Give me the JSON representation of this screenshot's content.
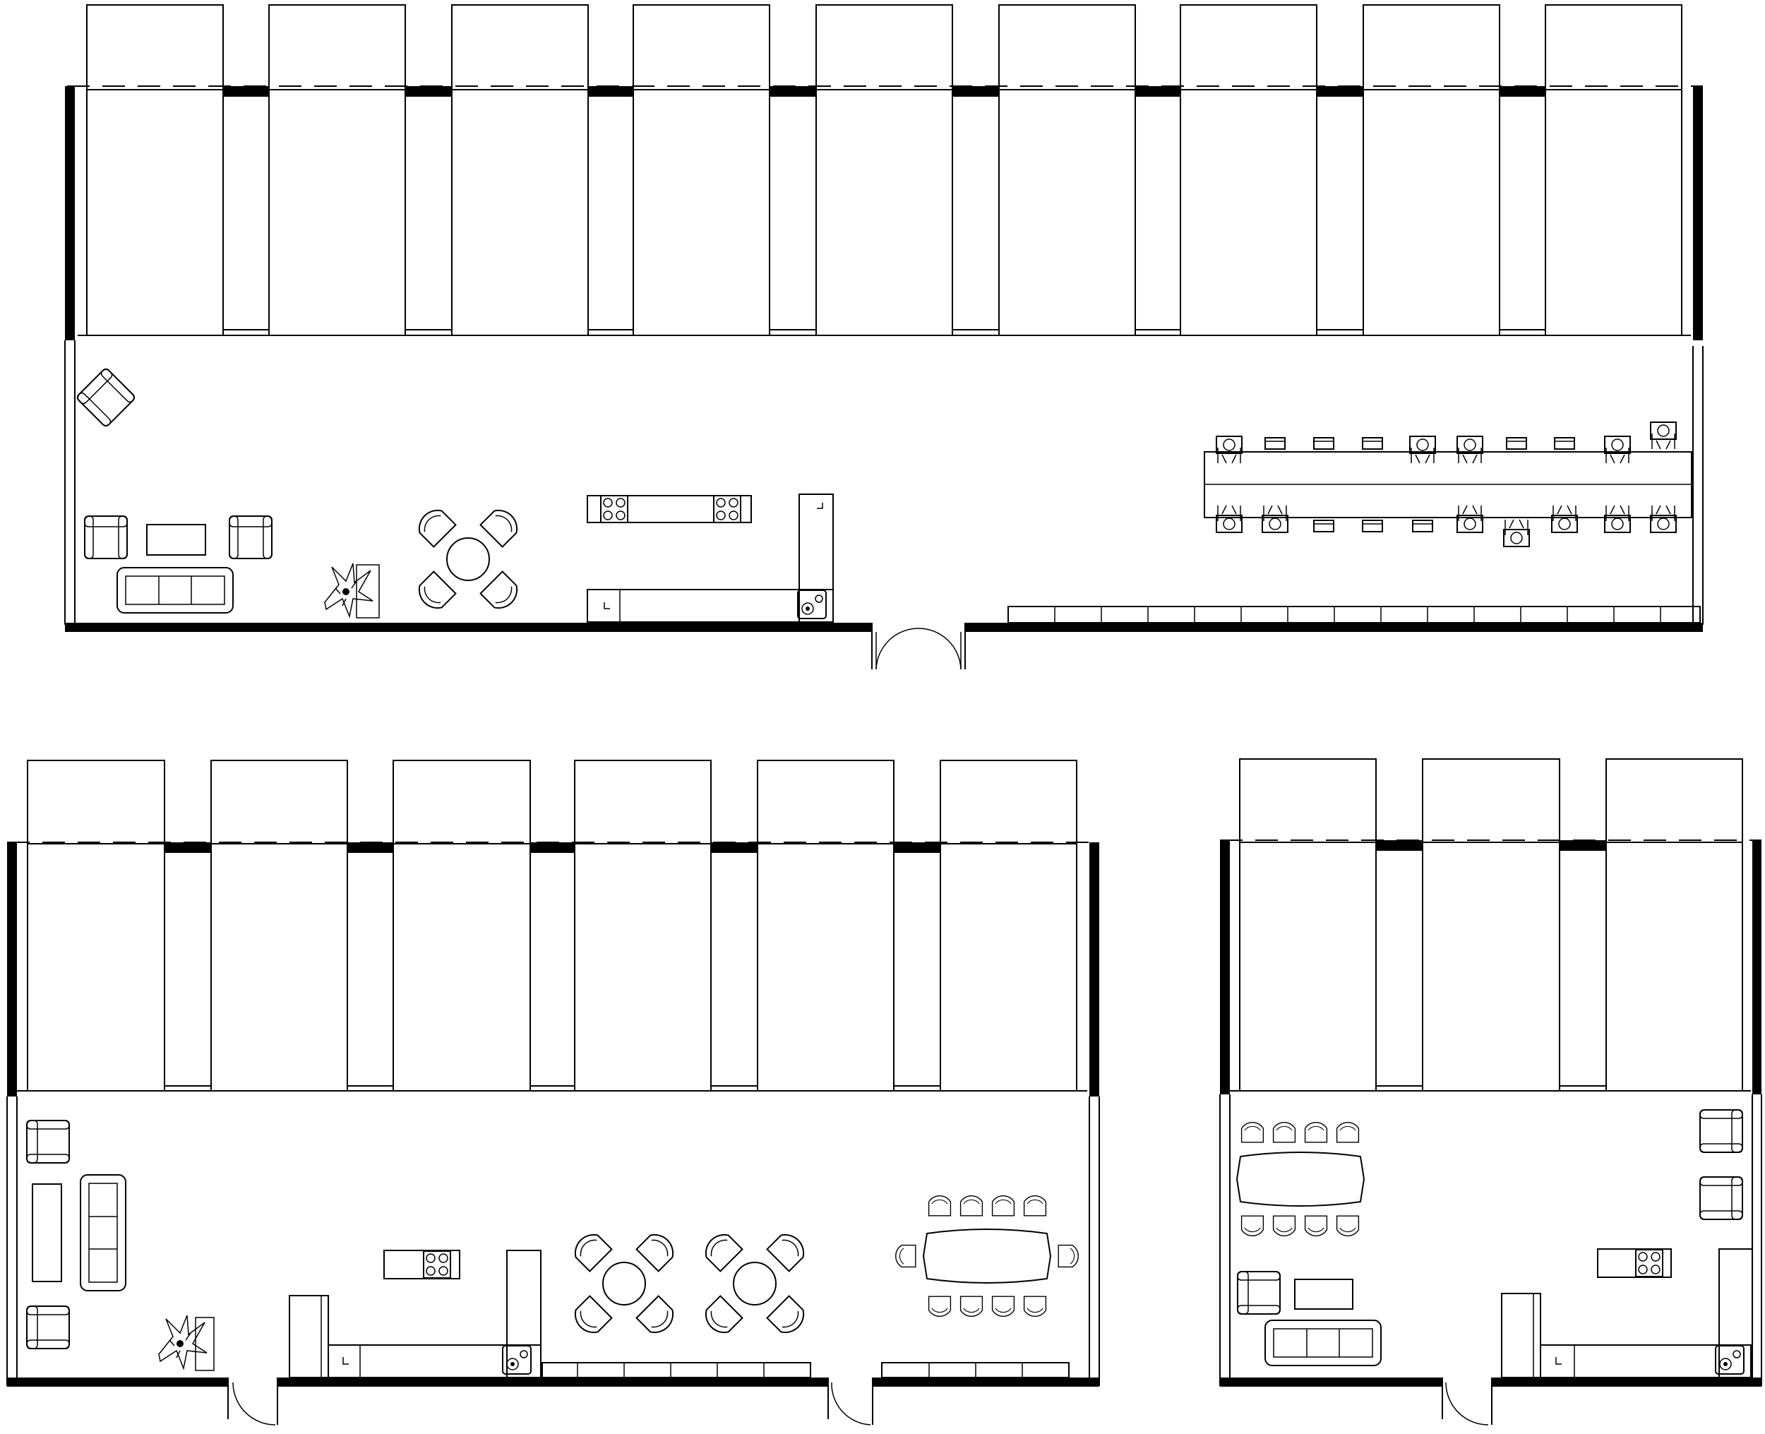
{
  "floor_plans": [
    {
      "id": "large-unit",
      "bays": 9,
      "rooms": [
        "lounge",
        "dining",
        "kitchen",
        "workshop-table"
      ],
      "icons": [
        "armchair-icon",
        "sofa-icon",
        "coffee-table-icon",
        "plant-icon",
        "round-table-icon",
        "stove-icon",
        "sink-icon",
        "long-table-icon",
        "person-seated-icon",
        "stool-icon",
        "double-door-icon"
      ]
    },
    {
      "id": "medium-unit",
      "bays": 6,
      "rooms": [
        "lounge",
        "kitchen",
        "dining",
        "meeting"
      ],
      "icons": [
        "armchair-icon",
        "sofa-icon",
        "coffee-table-icon",
        "plant-icon",
        "round-table-icon",
        "stove-icon",
        "sink-icon",
        "meeting-table-icon",
        "door-icon"
      ]
    },
    {
      "id": "small-unit",
      "bays": 3,
      "rooms": [
        "meeting",
        "lounge",
        "kitchen"
      ],
      "icons": [
        "armchair-icon",
        "sofa-icon",
        "coffee-table-icon",
        "stove-icon",
        "sink-icon",
        "meeting-table-icon",
        "door-icon"
      ]
    }
  ],
  "colors": {
    "line": "#000000",
    "background": "#ffffff"
  }
}
